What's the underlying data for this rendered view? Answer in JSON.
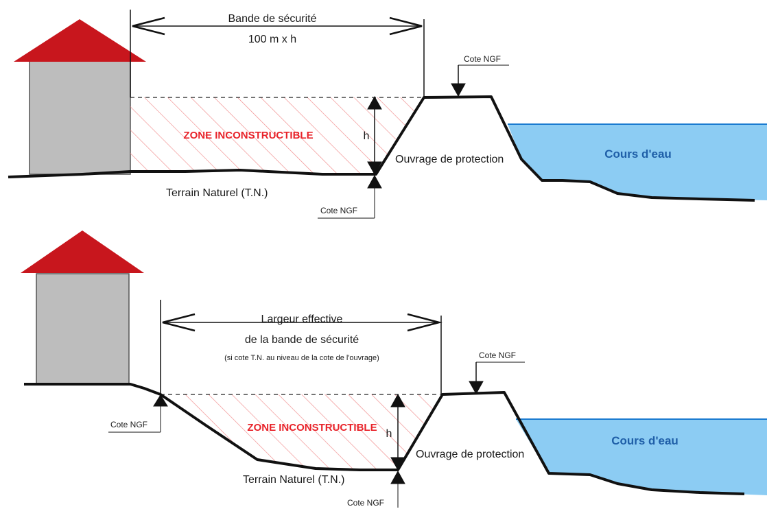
{
  "colors": {
    "roof": "#c8161d",
    "house_wall": "#bdbdbd",
    "hatch": "#f08a8a",
    "water": "#8cccf3",
    "water_line": "#1a7bd0",
    "zone_text": "#e8232a",
    "water_text": "#1f5fa8"
  },
  "top": {
    "band_label_line1": "Bande de sécurité",
    "band_label_line2": "100 m x h",
    "zone_label": "ZONE INCONSTRUCTIBLE",
    "h_label": "h",
    "cote_top": "Cote NGF",
    "cote_bottom": "Cote NGF",
    "structure_label": "Ouvrage de protection",
    "water_label": "Cours d'eau",
    "terrain_label": "Terrain Naturel (T.N.)"
  },
  "bottom": {
    "band_label_line1": "Largeur effective",
    "band_label_line2": "de la bande de sécurité",
    "band_label_line3": "(si cote T.N. au niveau de la cote de l'ouvrage)",
    "zone_label": "ZONE INCONSTRUCTIBLE",
    "h_label": "h",
    "cote_top": "Cote NGF",
    "cote_left": "Cote NGF",
    "cote_bottom": "Cote NGF",
    "structure_label": "Ouvrage de protection",
    "water_label": "Cours d'eau",
    "terrain_label": "Terrain Naturel (T.N.)"
  }
}
